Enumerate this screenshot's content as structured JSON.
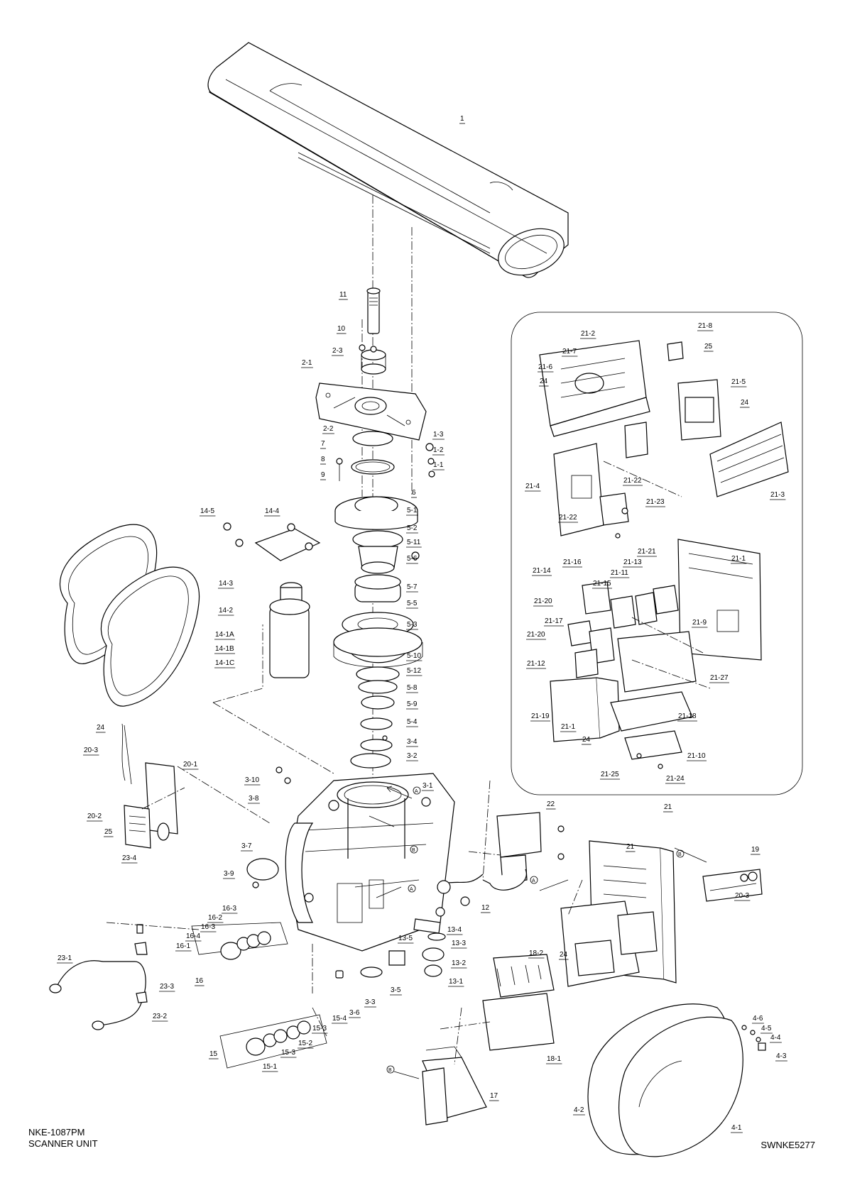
{
  "caption": {
    "model": "NKE-1087PM",
    "unit_name": "SCANNER UNIT",
    "drawing_code": "SWNKE5277"
  },
  "part_labels": [
    {
      "id": "1"
    },
    {
      "id": "11"
    },
    {
      "id": "10"
    },
    {
      "id": "2-3"
    },
    {
      "id": "2-1"
    },
    {
      "id": "2-2"
    },
    {
      "id": "1-3"
    },
    {
      "id": "1-2"
    },
    {
      "id": "1-1"
    },
    {
      "id": "7"
    },
    {
      "id": "8"
    },
    {
      "id": "9"
    },
    {
      "id": "6"
    },
    {
      "id": "5-1"
    },
    {
      "id": "5-2"
    },
    {
      "id": "5-11"
    },
    {
      "id": "5-6"
    },
    {
      "id": "5-7"
    },
    {
      "id": "5-5"
    },
    {
      "id": "5-3"
    },
    {
      "id": "5-10"
    },
    {
      "id": "5-12"
    },
    {
      "id": "5-8"
    },
    {
      "id": "5-9"
    },
    {
      "id": "5-4"
    },
    {
      "id": "3-4"
    },
    {
      "id": "3-2"
    },
    {
      "id": "3-1"
    },
    {
      "id": "14-5"
    },
    {
      "id": "14-4"
    },
    {
      "id": "14-3"
    },
    {
      "id": "14-2"
    },
    {
      "id": "14-1A"
    },
    {
      "id": "14-1B"
    },
    {
      "id": "14-1C"
    },
    {
      "id": "24"
    },
    {
      "id": "20-3"
    },
    {
      "id": "20-1"
    },
    {
      "id": "20-2"
    },
    {
      "id": "25"
    },
    {
      "id": "23-4"
    },
    {
      "id": "3-10"
    },
    {
      "id": "3-8"
    },
    {
      "id": "3-7"
    },
    {
      "id": "3-9"
    },
    {
      "id": "16-3"
    },
    {
      "id": "16-2"
    },
    {
      "id": "16-3"
    },
    {
      "id": "16-4"
    },
    {
      "id": "16-1"
    },
    {
      "id": "16"
    },
    {
      "id": "23-1"
    },
    {
      "id": "23-3"
    },
    {
      "id": "23-2"
    },
    {
      "id": "3-6"
    },
    {
      "id": "3-3"
    },
    {
      "id": "3-5"
    },
    {
      "id": "13-1"
    },
    {
      "id": "13-2"
    },
    {
      "id": "13-3"
    },
    {
      "id": "13-4"
    },
    {
      "id": "13-5"
    },
    {
      "id": "12"
    },
    {
      "id": "15-4"
    },
    {
      "id": "15-3"
    },
    {
      "id": "15-2"
    },
    {
      "id": "15-3"
    },
    {
      "id": "15-1"
    },
    {
      "id": "15"
    },
    {
      "id": "22"
    },
    {
      "id": "21"
    },
    {
      "id": "19"
    },
    {
      "id": "20-3"
    },
    {
      "id": "18-2"
    },
    {
      "id": "24"
    },
    {
      "id": "18-1"
    },
    {
      "id": "17"
    },
    {
      "id": "4-6"
    },
    {
      "id": "4-5"
    },
    {
      "id": "4-4"
    },
    {
      "id": "4-3"
    },
    {
      "id": "4-2"
    },
    {
      "id": "4-1"
    },
    {
      "id": "21-8"
    },
    {
      "id": "21-2"
    },
    {
      "id": "25"
    },
    {
      "id": "21-7"
    },
    {
      "id": "21-6"
    },
    {
      "id": "24"
    },
    {
      "id": "21-5"
    },
    {
      "id": "24"
    },
    {
      "id": "21-22"
    },
    {
      "id": "21-4"
    },
    {
      "id": "21-3"
    },
    {
      "id": "21-23"
    },
    {
      "id": "21-22"
    },
    {
      "id": "21-21"
    },
    {
      "id": "21-16"
    },
    {
      "id": "21-13"
    },
    {
      "id": "21-1"
    },
    {
      "id": "21-14"
    },
    {
      "id": "21-11"
    },
    {
      "id": "21-15"
    },
    {
      "id": "21-20"
    },
    {
      "id": "21-17"
    },
    {
      "id": "21-9"
    },
    {
      "id": "21-20"
    },
    {
      "id": "21-12"
    },
    {
      "id": "21-27"
    },
    {
      "id": "21-19"
    },
    {
      "id": "21-1"
    },
    {
      "id": "21-18"
    },
    {
      "id": "24"
    },
    {
      "id": "21-10"
    },
    {
      "id": "21-25"
    },
    {
      "id": "21-24"
    },
    {
      "id": "21"
    }
  ],
  "ref_markers": [
    {
      "letter": "A"
    },
    {
      "letter": "B"
    },
    {
      "letter": "A"
    },
    {
      "letter": "B"
    },
    {
      "letter": "A"
    },
    {
      "letter": "B"
    }
  ]
}
